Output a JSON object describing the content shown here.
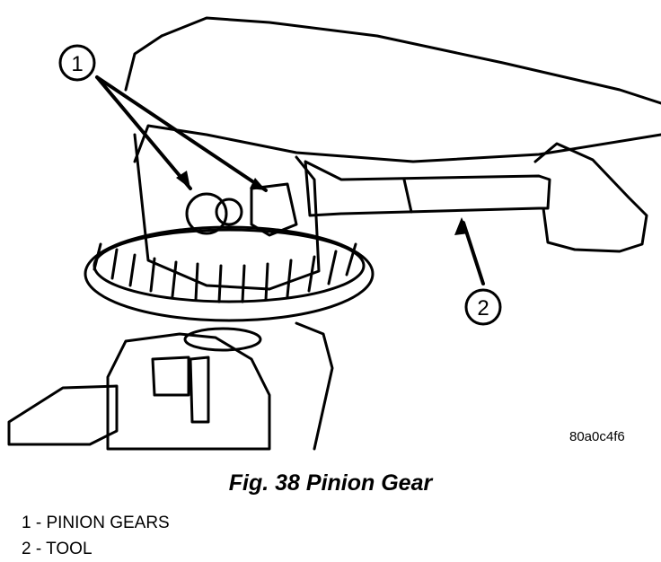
{
  "figure": {
    "code": "80a0c4f6",
    "callouts": [
      "1",
      "2"
    ]
  },
  "caption": "Fig. 38 Pinion Gear",
  "legend": [
    {
      "number": "1",
      "separator": " - ",
      "label": "PINION GEARS"
    },
    {
      "number": "2",
      "separator": " - ",
      "label": "TOOL"
    }
  ],
  "colors": {
    "ink": "#000000",
    "paper": "#ffffff"
  }
}
